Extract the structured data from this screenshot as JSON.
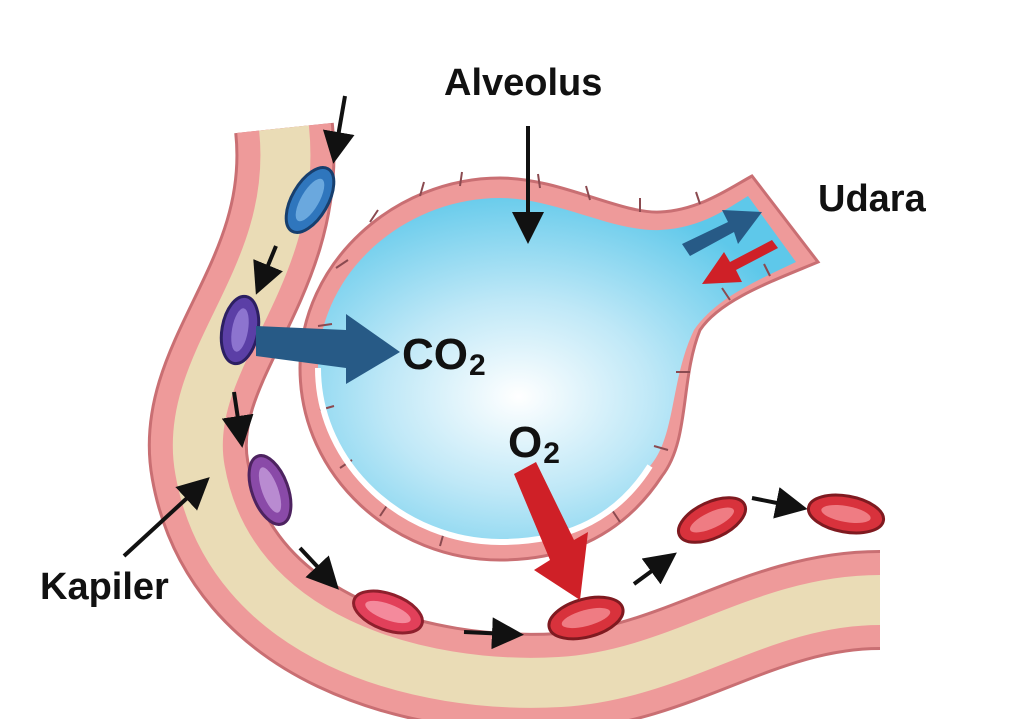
{
  "labels": {
    "alveolus": "Alveolus",
    "udara": "Udara",
    "kapiler": "Kapiler",
    "co2_main": "CO",
    "co2_sub": "2",
    "o2_main": "O",
    "o2_sub": "2"
  },
  "colors": {
    "alveolus_fill": "#5ec8ea",
    "alveolus_highlight": "#ffffff",
    "tissue_pink": "#ee9a9a",
    "tissue_outline": "#c96f73",
    "capillary_lumen": "#eadcb6",
    "co2_arrow": "#275a86",
    "o2_arrow": "#cf2027",
    "deoxygenated_cell": "#2f76bd",
    "transition_cell": "#6a46a6",
    "oxygenated_cell": "#d8323c",
    "label_text": "#111111"
  }
}
